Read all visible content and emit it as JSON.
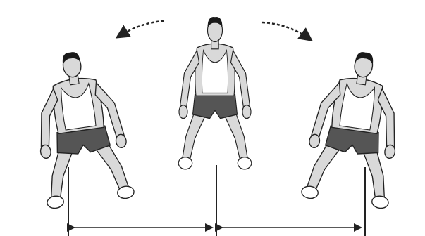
{
  "diagram": {
    "figures": [
      {
        "role": "athlete-left",
        "facing": "left"
      },
      {
        "role": "athlete-center",
        "facing": "front"
      },
      {
        "role": "athlete-right",
        "facing": "right"
      }
    ],
    "motion_arrows": [
      {
        "direction": "left"
      },
      {
        "direction": "right"
      }
    ],
    "distances": [
      {
        "label": ""
      },
      {
        "label": ""
      }
    ],
    "colors": {
      "skin": "#d9d9d9",
      "hair": "#1a1a1a",
      "shirt": "#ffffff",
      "shorts": "#555555",
      "outline": "#222222"
    }
  }
}
